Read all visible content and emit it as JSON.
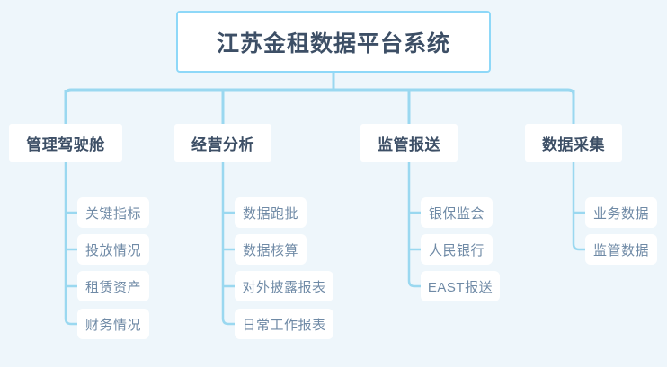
{
  "diagram": {
    "type": "org-tree",
    "orientation": "top-down",
    "background_color": "#eef6fb",
    "connector_color": "#9ad8f0",
    "root": {
      "label": "江苏金租数据平台系统",
      "box_fill": "#ffffff",
      "box_border_color": "#8ed8f8",
      "text_color": "#3d4f66"
    },
    "branches": [
      {
        "label": "管理驾驶舱",
        "children": [
          {
            "label": "关键指标"
          },
          {
            "label": "投放情况"
          },
          {
            "label": "租赁资产"
          },
          {
            "label": "财务情况"
          }
        ]
      },
      {
        "label": "经营分析",
        "children": [
          {
            "label": "数据跑批"
          },
          {
            "label": "数据核算"
          },
          {
            "label": "对外披露报表"
          },
          {
            "label": "日常工作报表"
          }
        ]
      },
      {
        "label": "监管报送",
        "children": [
          {
            "label": "银保监会"
          },
          {
            "label": "人民银行"
          },
          {
            "label": "EAST报送"
          }
        ]
      },
      {
        "label": "数据采集",
        "children": [
          {
            "label": "业务数据"
          },
          {
            "label": "监管数据"
          }
        ]
      }
    ]
  }
}
